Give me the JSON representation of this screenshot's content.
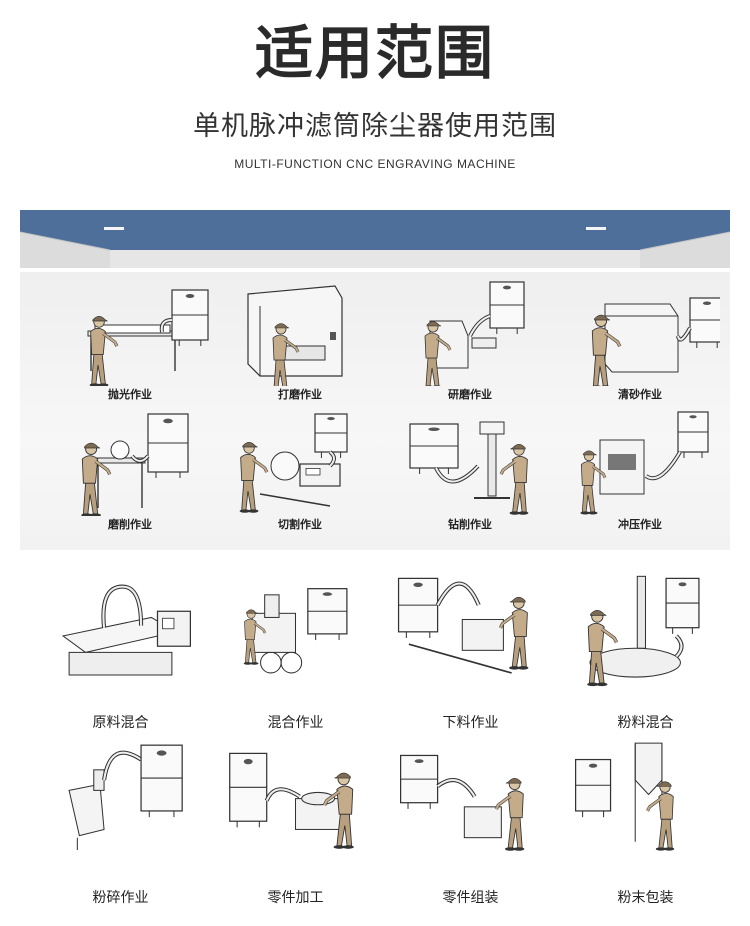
{
  "header": {
    "title": "适用范围",
    "subtitle": "单机脉冲滤筒除尘器使用范围",
    "subtitle_en": "MULTI-FUNCTION CNC ENGRAVING MACHINE"
  },
  "colors": {
    "ceiling_blue": "#4e6f9a",
    "ceiling_edge": "#d8d8d8",
    "room_bg": "#f2f2f2",
    "figure_skin": "#b89f7e",
    "line": "#333333"
  },
  "panel_top": {
    "items": [
      {
        "label": "抛光作业",
        "icon": "polishing-scene-icon"
      },
      {
        "label": "打磨作业",
        "icon": "sanding-booth-scene-icon"
      },
      {
        "label": "研磨作业",
        "icon": "grinding-scene-icon"
      },
      {
        "label": "清砂作业",
        "icon": "sand-cleaning-scene-icon"
      },
      {
        "label": "磨削作业",
        "icon": "abrasive-grinding-scene-icon"
      },
      {
        "label": "切割作业",
        "icon": "cutting-scene-icon"
      },
      {
        "label": "钻削作业",
        "icon": "drilling-scene-icon"
      },
      {
        "label": "冲压作业",
        "icon": "stamping-scene-icon"
      }
    ]
  },
  "panel_bottom": {
    "items": [
      {
        "label": "原料混合",
        "icon": "raw-material-mixing-scene-icon"
      },
      {
        "label": "混合作业",
        "icon": "mixing-scene-icon"
      },
      {
        "label": "下料作业",
        "icon": "blanking-scene-icon"
      },
      {
        "label": "粉料混合",
        "icon": "powder-mixing-scene-icon"
      },
      {
        "label": "粉碎作业",
        "icon": "crushing-scene-icon"
      },
      {
        "label": "零件加工",
        "icon": "parts-machining-scene-icon"
      },
      {
        "label": "零件组装",
        "icon": "parts-assembly-scene-icon"
      },
      {
        "label": "粉末包装",
        "icon": "powder-packaging-scene-icon"
      }
    ]
  }
}
